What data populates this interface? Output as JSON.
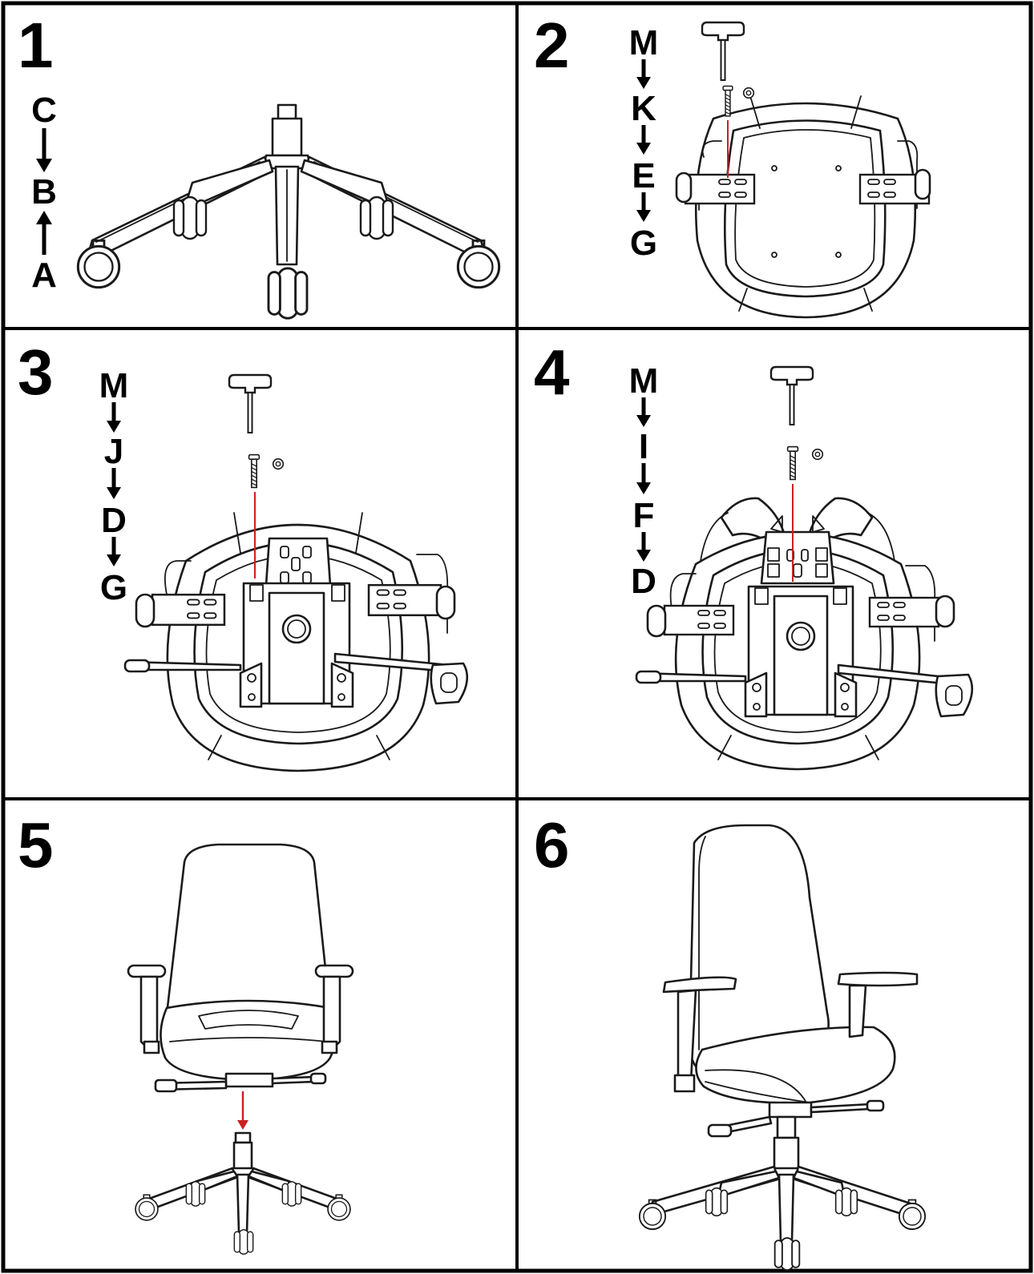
{
  "colors": {
    "line": "#1a1a1a",
    "guide": "#cc1f1f",
    "frame": "#000000",
    "background": "#ffffff"
  },
  "panels": [
    {
      "step": "1",
      "sequence": [
        "C",
        "B",
        "A"
      ],
      "arrows": [
        "down",
        "up"
      ]
    },
    {
      "step": "2",
      "sequence": [
        "M",
        "K",
        "E",
        "G"
      ],
      "arrows": [
        "down",
        "down",
        "down"
      ]
    },
    {
      "step": "3",
      "sequence": [
        "M",
        "J",
        "D",
        "G"
      ],
      "arrows": [
        "down",
        "down",
        "down"
      ]
    },
    {
      "step": "4",
      "sequence": [
        "M",
        "I",
        "F",
        "D"
      ],
      "arrows": [
        "down",
        "down",
        "down"
      ]
    },
    {
      "step": "5",
      "sequence": [],
      "arrows": []
    },
    {
      "step": "6",
      "sequence": [],
      "arrows": []
    }
  ]
}
